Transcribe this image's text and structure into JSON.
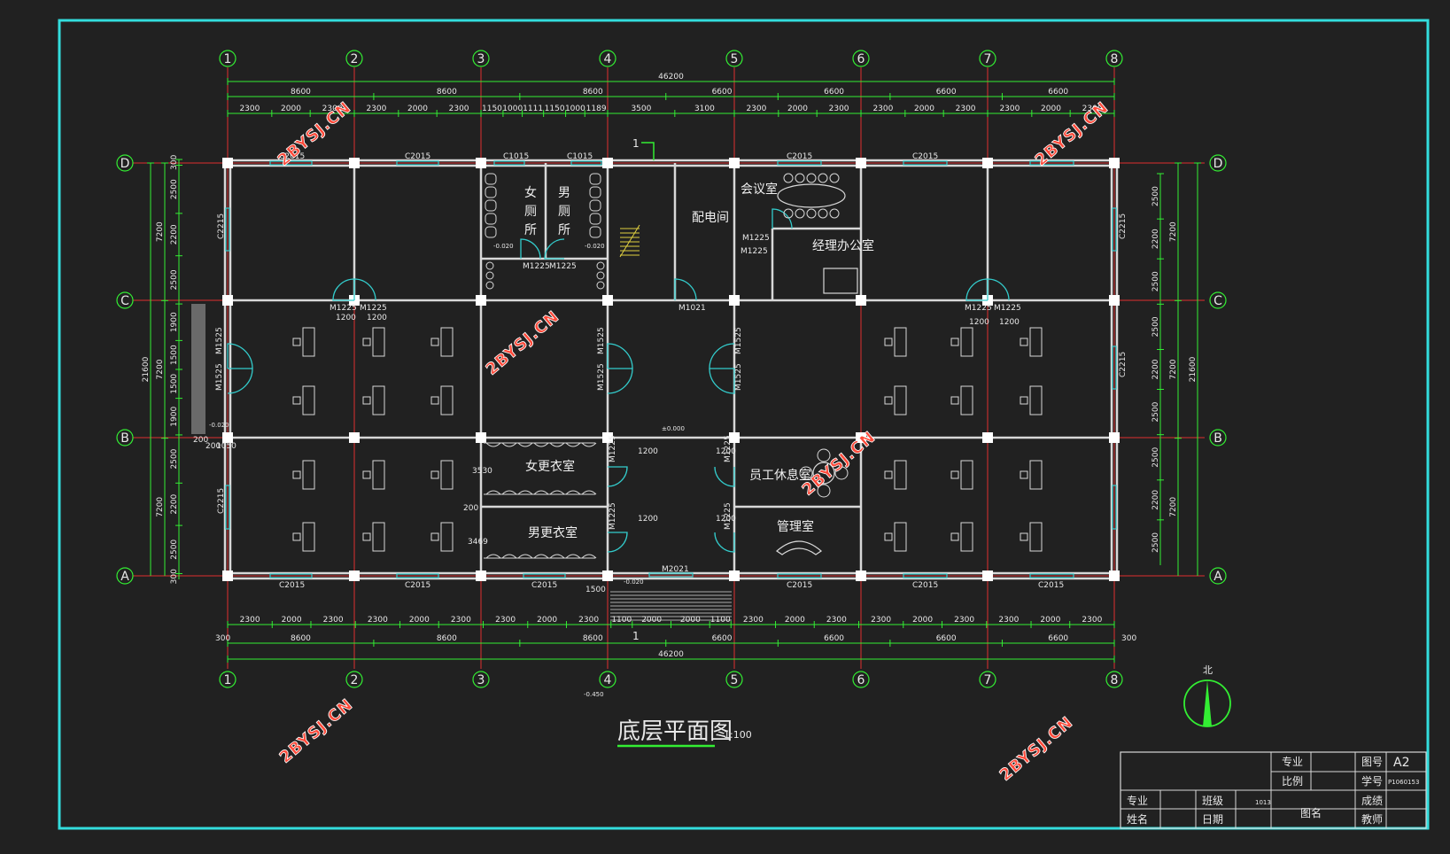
{
  "title": {
    "text": "底层平面图",
    "scale": "1:100"
  },
  "axes": {
    "columns": [
      "1",
      "2",
      "3",
      "4",
      "5",
      "6",
      "7",
      "8"
    ],
    "rows": [
      "D",
      "C",
      "B",
      "A"
    ]
  },
  "dims": {
    "total": "46200",
    "top_bays": [
      "8600",
      "8600",
      "8600",
      "6600",
      "6600",
      "6600",
      "6600"
    ],
    "top_detail": [
      "2300",
      "2000",
      "2300",
      "2300",
      "2000",
      "2300",
      "1150",
      "1000",
      "1111",
      "1150",
      "1000",
      "1189",
      "3500",
      "3100",
      "2300",
      "2000",
      "2300",
      "2300",
      "2000",
      "2300",
      "2300",
      "2000",
      "2300"
    ],
    "bottom_detail": [
      "2300",
      "2000",
      "2300",
      "2300",
      "2000",
      "2300",
      "2300",
      "2000",
      "2300",
      "1100",
      "2000",
      "2000",
      "1100",
      "2300",
      "2000",
      "2300",
      "2300",
      "2000",
      "2300",
      "2300",
      "2000",
      "2300"
    ],
    "bottom_bays": [
      "8600",
      "8600",
      "8600",
      "6600",
      "6600",
      "6600",
      "6600"
    ],
    "end_offset": "300",
    "side_total": "21600",
    "side_bays": [
      "7200",
      "7200",
      "7200"
    ],
    "left_detail": [
      "300",
      "2500",
      "2200",
      "2500",
      "1900",
      "1500",
      "1500",
      "1900",
      "2500",
      "2200",
      "2500",
      "300"
    ],
    "right_detail": [
      "2500",
      "2200",
      "2500",
      "2500",
      "2200",
      "2500",
      "2500",
      "2200",
      "2500"
    ],
    "misc": [
      "200",
      "200",
      "1050",
      "3530",
      "200",
      "3469",
      "1500",
      "1200",
      "1200",
      "1200",
      "1200",
      "1200",
      "1200",
      "1200",
      "1200"
    ]
  },
  "rooms": {
    "women_toilet": [
      "女",
      "厕",
      "所"
    ],
    "men_toilet": [
      "男",
      "厕",
      "所"
    ],
    "electrical": "配电间",
    "meeting": "会议室",
    "manager": "经理办公室",
    "women_change": "女更衣室",
    "men_change": "男更衣室",
    "staff_rest": "员工休息室",
    "admin": "管理室"
  },
  "labels": {
    "windows": [
      "C2015",
      "C2015",
      "C1015",
      "C1015",
      "C2015",
      "C2015",
      "C2015",
      "C2015",
      "C2015",
      "C2015",
      "C2015",
      "C2015",
      "C2215",
      "C2215",
      "C2215",
      "C2215"
    ],
    "doors": [
      "M1225",
      "M1225",
      "M1225",
      "M1225",
      "M1225",
      "M1225",
      "M1225",
      "M1225",
      "M1021",
      "M1525",
      "M1525",
      "M1525",
      "M1525",
      "M1525",
      "M1525",
      "M1225",
      "M1225",
      "M1225",
      "M1225",
      "M2021"
    ],
    "levels": [
      "±0.000",
      "-0.020",
      "-0.020",
      "-0.020",
      "-0.020",
      "-0.450"
    ],
    "section": "1",
    "north": "北"
  },
  "title_block": {
    "r1": [
      "专业",
      "",
      "图号",
      "A2"
    ],
    "r2": [
      "比例",
      "",
      "学号",
      "P1060153"
    ],
    "r3": [
      "专业",
      "",
      "班级",
      "1013",
      "",
      "成绩"
    ],
    "r4": [
      "姓名",
      "",
      "日期",
      "",
      "图名",
      "教师"
    ]
  },
  "watermark": "2BYSJ.CN",
  "colors": {
    "background": "#212121",
    "frame": "#33dddd",
    "wall": "#d8d8d8",
    "grid": "#e03030",
    "dimension": "#33ee33",
    "window": "#33cccc",
    "text": "#e8e8e8",
    "watermark": "#ff4a3a"
  }
}
